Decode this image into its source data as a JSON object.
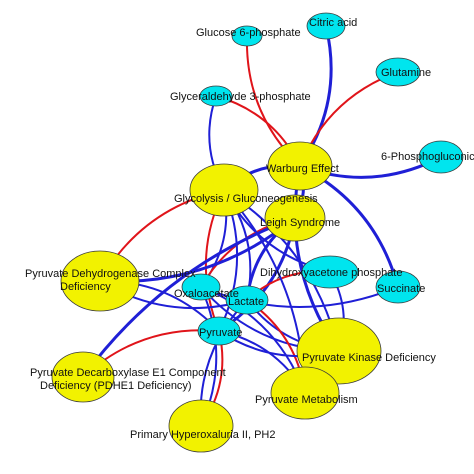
{
  "colors": {
    "metabolite": "#00e5ee",
    "disease": "#f2f200",
    "edge_blue": "#1f1fd6",
    "edge_red": "#e0141a"
  },
  "nodes": {
    "glucose6p": {
      "label": "Glucose 6-phosphate",
      "kind": "metabolite"
    },
    "citric": {
      "label": "Citric acid",
      "kind": "metabolite"
    },
    "glutamine": {
      "label": "Glutamine",
      "kind": "metabolite"
    },
    "g3p": {
      "label": "Glyceraldehyde 3-phosphate",
      "kind": "metabolite"
    },
    "pg6": {
      "label": "6-Phosphogluconic",
      "kind": "metabolite"
    },
    "warburg": {
      "label": "Warburg Effect",
      "kind": "disease"
    },
    "glycolysis": {
      "label": "Glycolysis / Gluconeogenesis",
      "kind": "disease"
    },
    "leigh": {
      "label": "Leigh Syndrome",
      "kind": "disease"
    },
    "dhap": {
      "label": "Dihydroxyacetone phosphate",
      "kind": "metabolite"
    },
    "succinate": {
      "label": "Succinate",
      "kind": "metabolite"
    },
    "pdh": {
      "label": "Pyruvate Dehydrogenase Complex\nDeficiency",
      "kind": "disease"
    },
    "oxalo": {
      "label": "Oxaloacetate",
      "kind": "metabolite"
    },
    "lactate": {
      "label": "Lactate",
      "kind": "metabolite"
    },
    "pyruvate": {
      "label": "Pyruvate",
      "kind": "metabolite"
    },
    "pkd": {
      "label": "Pyruvate Kinase Deficiency",
      "kind": "disease"
    },
    "pdc": {
      "label": "Pyruvate Decarboxylase E1 Component\nDeficiency (PDHE1 Deficiency)",
      "kind": "disease"
    },
    "pm": {
      "label": "Pyruvate Metabolism",
      "kind": "disease"
    },
    "ph2": {
      "label": "Primary Hyperoxaluria II, PH2",
      "kind": "disease"
    }
  },
  "edges": [
    [
      "glucose6p",
      "warburg",
      "red"
    ],
    [
      "citric",
      "warburg",
      "blue"
    ],
    [
      "glutamine",
      "warburg",
      "red"
    ],
    [
      "g3p",
      "warburg",
      "red"
    ],
    [
      "g3p",
      "glycolysis",
      "blue"
    ],
    [
      "pg6",
      "warburg",
      "blue"
    ],
    [
      "warburg",
      "glycolysis",
      "blue"
    ],
    [
      "warburg",
      "leigh",
      "blue"
    ],
    [
      "glycolysis",
      "pyruvate",
      "red"
    ],
    [
      "glycolysis",
      "lactate",
      "blue"
    ],
    [
      "glycolysis",
      "pdh",
      "red"
    ],
    [
      "glycolysis",
      "oxalo",
      "blue"
    ],
    [
      "glycolysis",
      "dhap",
      "blue"
    ],
    [
      "glycolysis",
      "pkd",
      "blue"
    ],
    [
      "leigh",
      "lactate",
      "blue"
    ],
    [
      "leigh",
      "pyruvate",
      "blue"
    ],
    [
      "leigh",
      "oxalo",
      "red"
    ],
    [
      "leigh",
      "pdh",
      "blue"
    ],
    [
      "dhap",
      "lactate",
      "red"
    ],
    [
      "dhap",
      "pkd",
      "blue"
    ],
    [
      "succinate",
      "warburg",
      "blue"
    ],
    [
      "succinate",
      "oxalo",
      "blue"
    ],
    [
      "pdh",
      "lactate",
      "blue"
    ],
    [
      "pdh",
      "pyruvate",
      "blue"
    ],
    [
      "oxalo",
      "pkd",
      "blue"
    ],
    [
      "oxalo",
      "pm",
      "blue"
    ],
    [
      "lactate",
      "pkd",
      "blue"
    ],
    [
      "lactate",
      "pm",
      "red"
    ],
    [
      "pyruvate",
      "pkd",
      "blue"
    ],
    [
      "pyruvate",
      "pm",
      "blue"
    ],
    [
      "pyruvate",
      "pdc",
      "red"
    ],
    [
      "pyruvate",
      "ph2",
      "red"
    ],
    [
      "pyruvate",
      "glycolysis",
      "blue"
    ],
    [
      "oxalo",
      "ph2",
      "blue"
    ],
    [
      "lactate",
      "ph2",
      "blue"
    ],
    [
      "pdc",
      "leigh",
      "blue"
    ],
    [
      "pm",
      "glycolysis",
      "blue"
    ],
    [
      "pkd",
      "warburg",
      "blue"
    ]
  ]
}
